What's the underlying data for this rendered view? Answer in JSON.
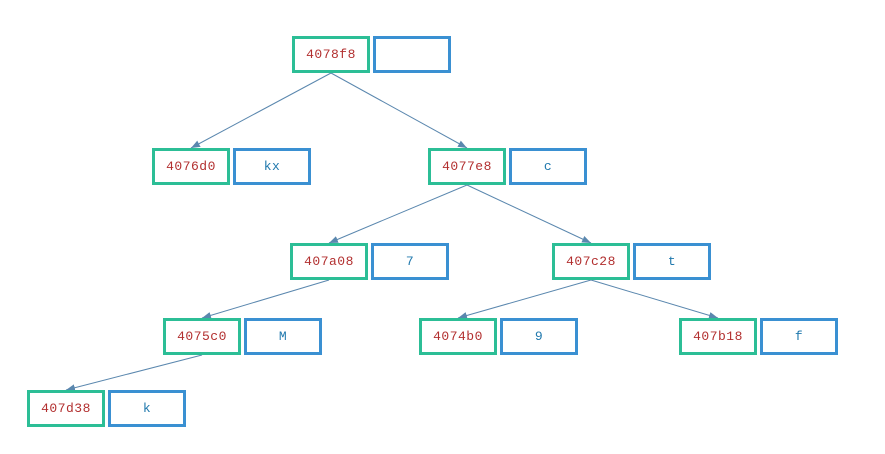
{
  "tree": {
    "colors": {
      "address_border": "#2cbe96",
      "value_border": "#3a90d2",
      "address_text": "#b22f2f",
      "value_text": "#1f78ad",
      "edge": "#5a87ae"
    },
    "nodes": [
      {
        "address": "4078f8",
        "value": ""
      },
      {
        "address": "4076d0",
        "value": "kx"
      },
      {
        "address": "4077e8",
        "value": "c"
      },
      {
        "address": "407a08",
        "value": "7"
      },
      {
        "address": "407c28",
        "value": "t"
      },
      {
        "address": "4075c0",
        "value": "M"
      },
      {
        "address": "4074b0",
        "value": "9"
      },
      {
        "address": "407b18",
        "value": "f"
      },
      {
        "address": "407d38",
        "value": "k"
      }
    ],
    "edges": [
      {
        "from": "4078f8",
        "to": "4076d0"
      },
      {
        "from": "4078f8",
        "to": "4077e8"
      },
      {
        "from": "4077e8",
        "to": "407a08"
      },
      {
        "from": "4077e8",
        "to": "407c28"
      },
      {
        "from": "407a08",
        "to": "4075c0"
      },
      {
        "from": "407c28",
        "to": "4074b0"
      },
      {
        "from": "407c28",
        "to": "407b18"
      },
      {
        "from": "4075c0",
        "to": "407d38"
      }
    ]
  }
}
